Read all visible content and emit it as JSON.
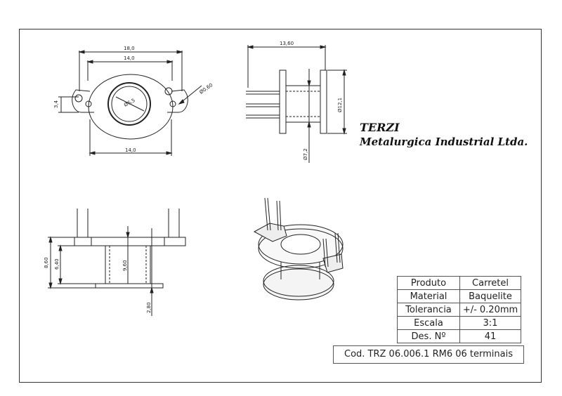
{
  "company": {
    "name": "TERZI",
    "subtitle": "Metalurgica Industrial Ltda."
  },
  "title_block": {
    "rows": [
      {
        "key": "Produto",
        "value": "Carretel"
      },
      {
        "key": "Material",
        "value": "Baquelite"
      },
      {
        "key": "Tolerancia",
        "value": "+/-  0.20mm"
      },
      {
        "key": "Escala",
        "value": "3:1"
      },
      {
        "key": "Des. Nº",
        "value": "41"
      }
    ],
    "code": "Cod. TRZ 06.006.1 RM6  06 terminais"
  },
  "top_view": {
    "dim_overall": "18,0",
    "dim_inner": "14,0",
    "dim_bottom": "14,0",
    "dim_left": "3,4",
    "dim_hole": "Ø6,5",
    "dim_pin": "Ø0,60"
  },
  "side_view": {
    "dim_width": "13,60",
    "dim_flange": "Ø12,1",
    "dim_core": "Ø7,2"
  },
  "front_view": {
    "dim_total": "8,60",
    "dim_body": "6,40",
    "dim_inner": "9,60",
    "dim_flange": "2,80"
  }
}
